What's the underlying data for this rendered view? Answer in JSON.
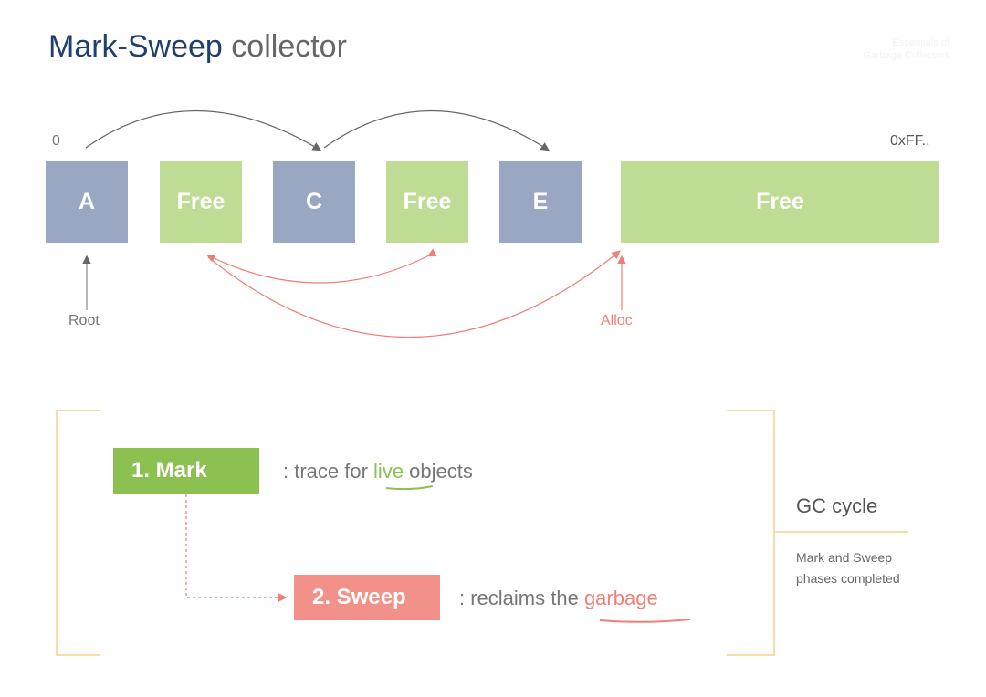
{
  "title": {
    "main": "Mark-Sweep",
    "rest": "collector"
  },
  "watermark": [
    "Essentials of",
    "Garbage Collectors"
  ],
  "heap": {
    "start": "0",
    "end": "0xFF..",
    "blocks": [
      {
        "label": "A",
        "type": "live"
      },
      {
        "label": "Free",
        "type": "free"
      },
      {
        "label": "C",
        "type": "live"
      },
      {
        "label": "Free",
        "type": "free"
      },
      {
        "label": "E",
        "type": "live"
      },
      {
        "label": "Free",
        "type": "free"
      }
    ]
  },
  "pointers": {
    "root": "Root",
    "alloc": "Alloc"
  },
  "phases": {
    "mark": {
      "label": "1. Mark",
      "desc_pre": ": trace for ",
      "highlight": "live",
      "desc_post": " objects"
    },
    "sweep": {
      "label": "2. Sweep",
      "desc_pre": ": reclaims the ",
      "highlight": "garbage"
    }
  },
  "cycle": {
    "title": "GC cycle",
    "note_1": "Mark and Sweep",
    "note_2": "phases completed"
  },
  "colors": {
    "live": "#99a7c3",
    "free": "#bedc94",
    "sweep": "#f2908a",
    "title": "#1f3f6e",
    "bracket": "#f3d48a"
  }
}
